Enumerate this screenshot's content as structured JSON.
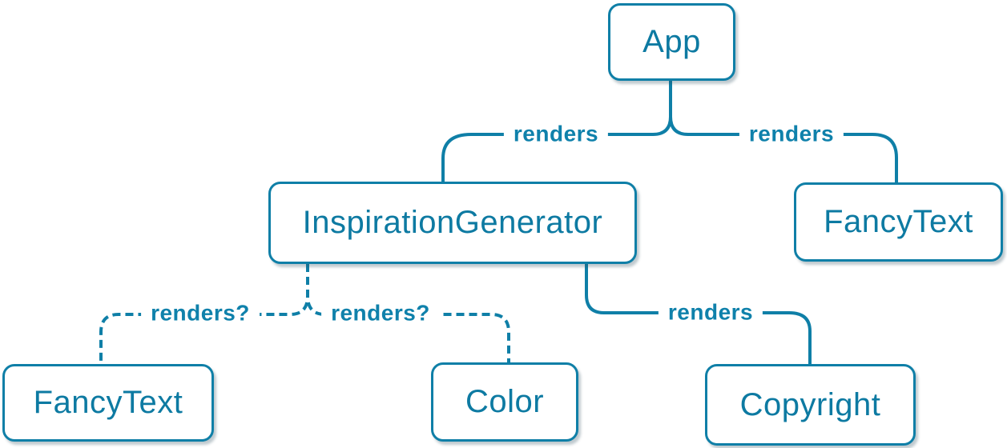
{
  "diagram": {
    "background": "#ffffff",
    "accent": "#0f7fa7",
    "node_fill": "#ffffff",
    "node_text_color": "#0d7aa2",
    "nodes": [
      {
        "id": "app",
        "label": "App"
      },
      {
        "id": "inspiration-generator",
        "label": "InspirationGenerator"
      },
      {
        "id": "fancy-text-top",
        "label": "FancyText"
      },
      {
        "id": "fancy-text-bottom",
        "label": "FancyText"
      },
      {
        "id": "color",
        "label": "Color"
      },
      {
        "id": "copyright",
        "label": "Copyright"
      }
    ],
    "edges": [
      {
        "from": "App",
        "to": "InspirationGenerator",
        "label": "renders",
        "style": "solid"
      },
      {
        "from": "App",
        "to": "FancyText",
        "label": "renders",
        "style": "solid"
      },
      {
        "from": "InspirationGenerator",
        "to": "FancyText",
        "label": "renders?",
        "style": "dashed"
      },
      {
        "from": "InspirationGenerator",
        "to": "Color",
        "label": "renders?",
        "style": "dashed"
      },
      {
        "from": "InspirationGenerator",
        "to": "Copyright",
        "label": "renders",
        "style": "solid"
      }
    ]
  }
}
